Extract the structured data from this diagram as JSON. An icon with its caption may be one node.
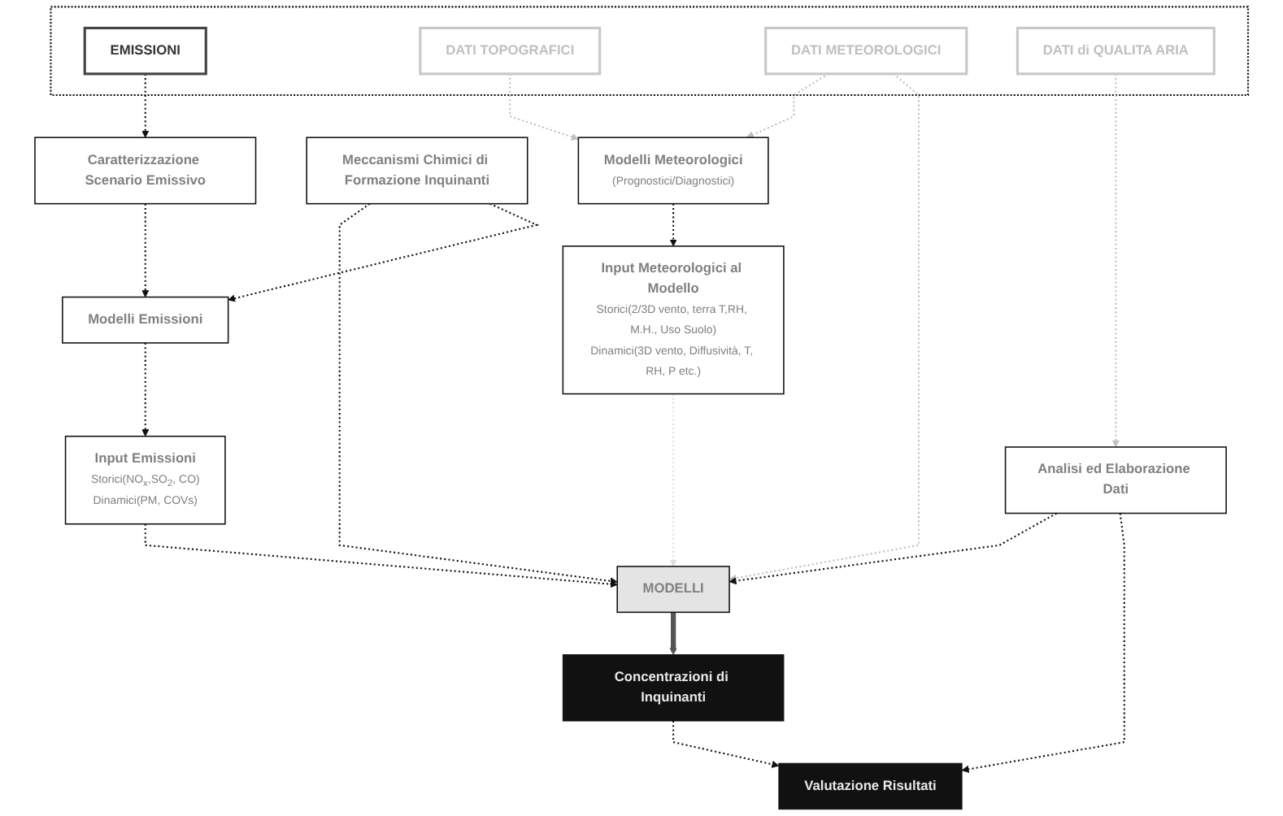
{
  "diagram": {
    "nodes": [
      {
        "text": [],
        "shape": "box"
      },
      {
        "text": [
          "EMISSIONI"
        ],
        "in": 0
      },
      {
        "text": [
          "DATI TOPOGRAFICI"
        ],
        "in": 0
      },
      {
        "text": [
          "DATI METEOROLOGICI"
        ],
        "in": 0
      },
      {
        "text": [
          "DATI di QUALITA ARIA"
        ],
        "in": 0
      },
      {
        "text": [
          "Caratterizzazione Scenario Emissivo"
        ]
      },
      {
        "text": [
          "Modelli Meteorologici",
          "(Prognostici/Diagnostici)"
        ]
      },
      {
        "text": [
          "Analisi ed Elaborazione Dati"
        ]
      },
      {
        "text": [
          "Modelli Emissioni"
        ]
      },
      {
        "text": [
          "Input Meteorologici al Modello",
          "Storici(2/3D vento, terra T,RH, M.H., Uso Suolo)",
          "Dinamici(3D vento, Diffusività, T, RH, P etc.)"
        ]
      },
      {
        "text": [
          "Input Emissioni",
          "Storici(NO$_{x}$,SO$_{2}$, CO)",
          "Dinamici(PM, COVs)"
        ]
      },
      {
        "text": [
          "MODELLI"
        ]
      },
      {
        "text": [
          "Concentrazioni di Inquinanti"
        ]
      },
      {
        "text": [
          "Valutazione Risultati"
        ]
      },
      {
        "text": [
          "Meccanismi Chimici di Formazione Inquinanti"
        ]
      }
    ],
    "edges": [
      {
        "from": 1,
        "to": 5,
        "arrow": "to",
        "style": "dashed"
      },
      {
        "from": 2,
        "to": 6,
        "arrow": "to",
        "style": "dashed",
        "color": "#c0c0c0"
      },
      {
        "from": 3,
        "to": 6,
        "arrow": "to",
        "style": "dashed",
        "color": "#c0c0c0"
      },
      {
        "from": 3,
        "to": 11,
        "arrow": "to",
        "style": "dashed",
        "color": "#c0c0c0"
      },
      {
        "from": 4,
        "to": 7,
        "arrow": "to",
        "style": "dashed",
        "color": "#c0c0c0"
      },
      {
        "from": 5,
        "to": 8,
        "arrow": "to",
        "style": "dashed"
      },
      {
        "from": 6,
        "to": 9,
        "arrow": "to",
        "style": "dashed"
      },
      {
        "from": 9,
        "to": 11,
        "arrow": "to",
        "style": "dashed",
        "color": "#e0e0e0"
      },
      {
        "from": 8,
        "to": 10,
        "arrow": "to",
        "style": "dashed"
      },
      {
        "from": 10,
        "to": 11,
        "arrow": "to",
        "style": "dashed"
      },
      {
        "from": 7,
        "to": 11,
        "arrow": "to",
        "style": "dashed"
      },
      {
        "from": 7,
        "to": 13,
        "arrow": "to",
        "style": "dashed"
      },
      {
        "from": 14,
        "to": 11,
        "arrow": "to",
        "style": "dashed"
      },
      {
        "from": 14,
        "to": 8,
        "arrow": "to",
        "style": "dashed"
      },
      {
        "from": 11,
        "to": 12,
        "arrow": "to",
        "style": "thick",
        "color": "#555555"
      },
      {
        "from": 12,
        "to": 13,
        "arrow": "to",
        "style": "dashed"
      }
    ]
  }
}
